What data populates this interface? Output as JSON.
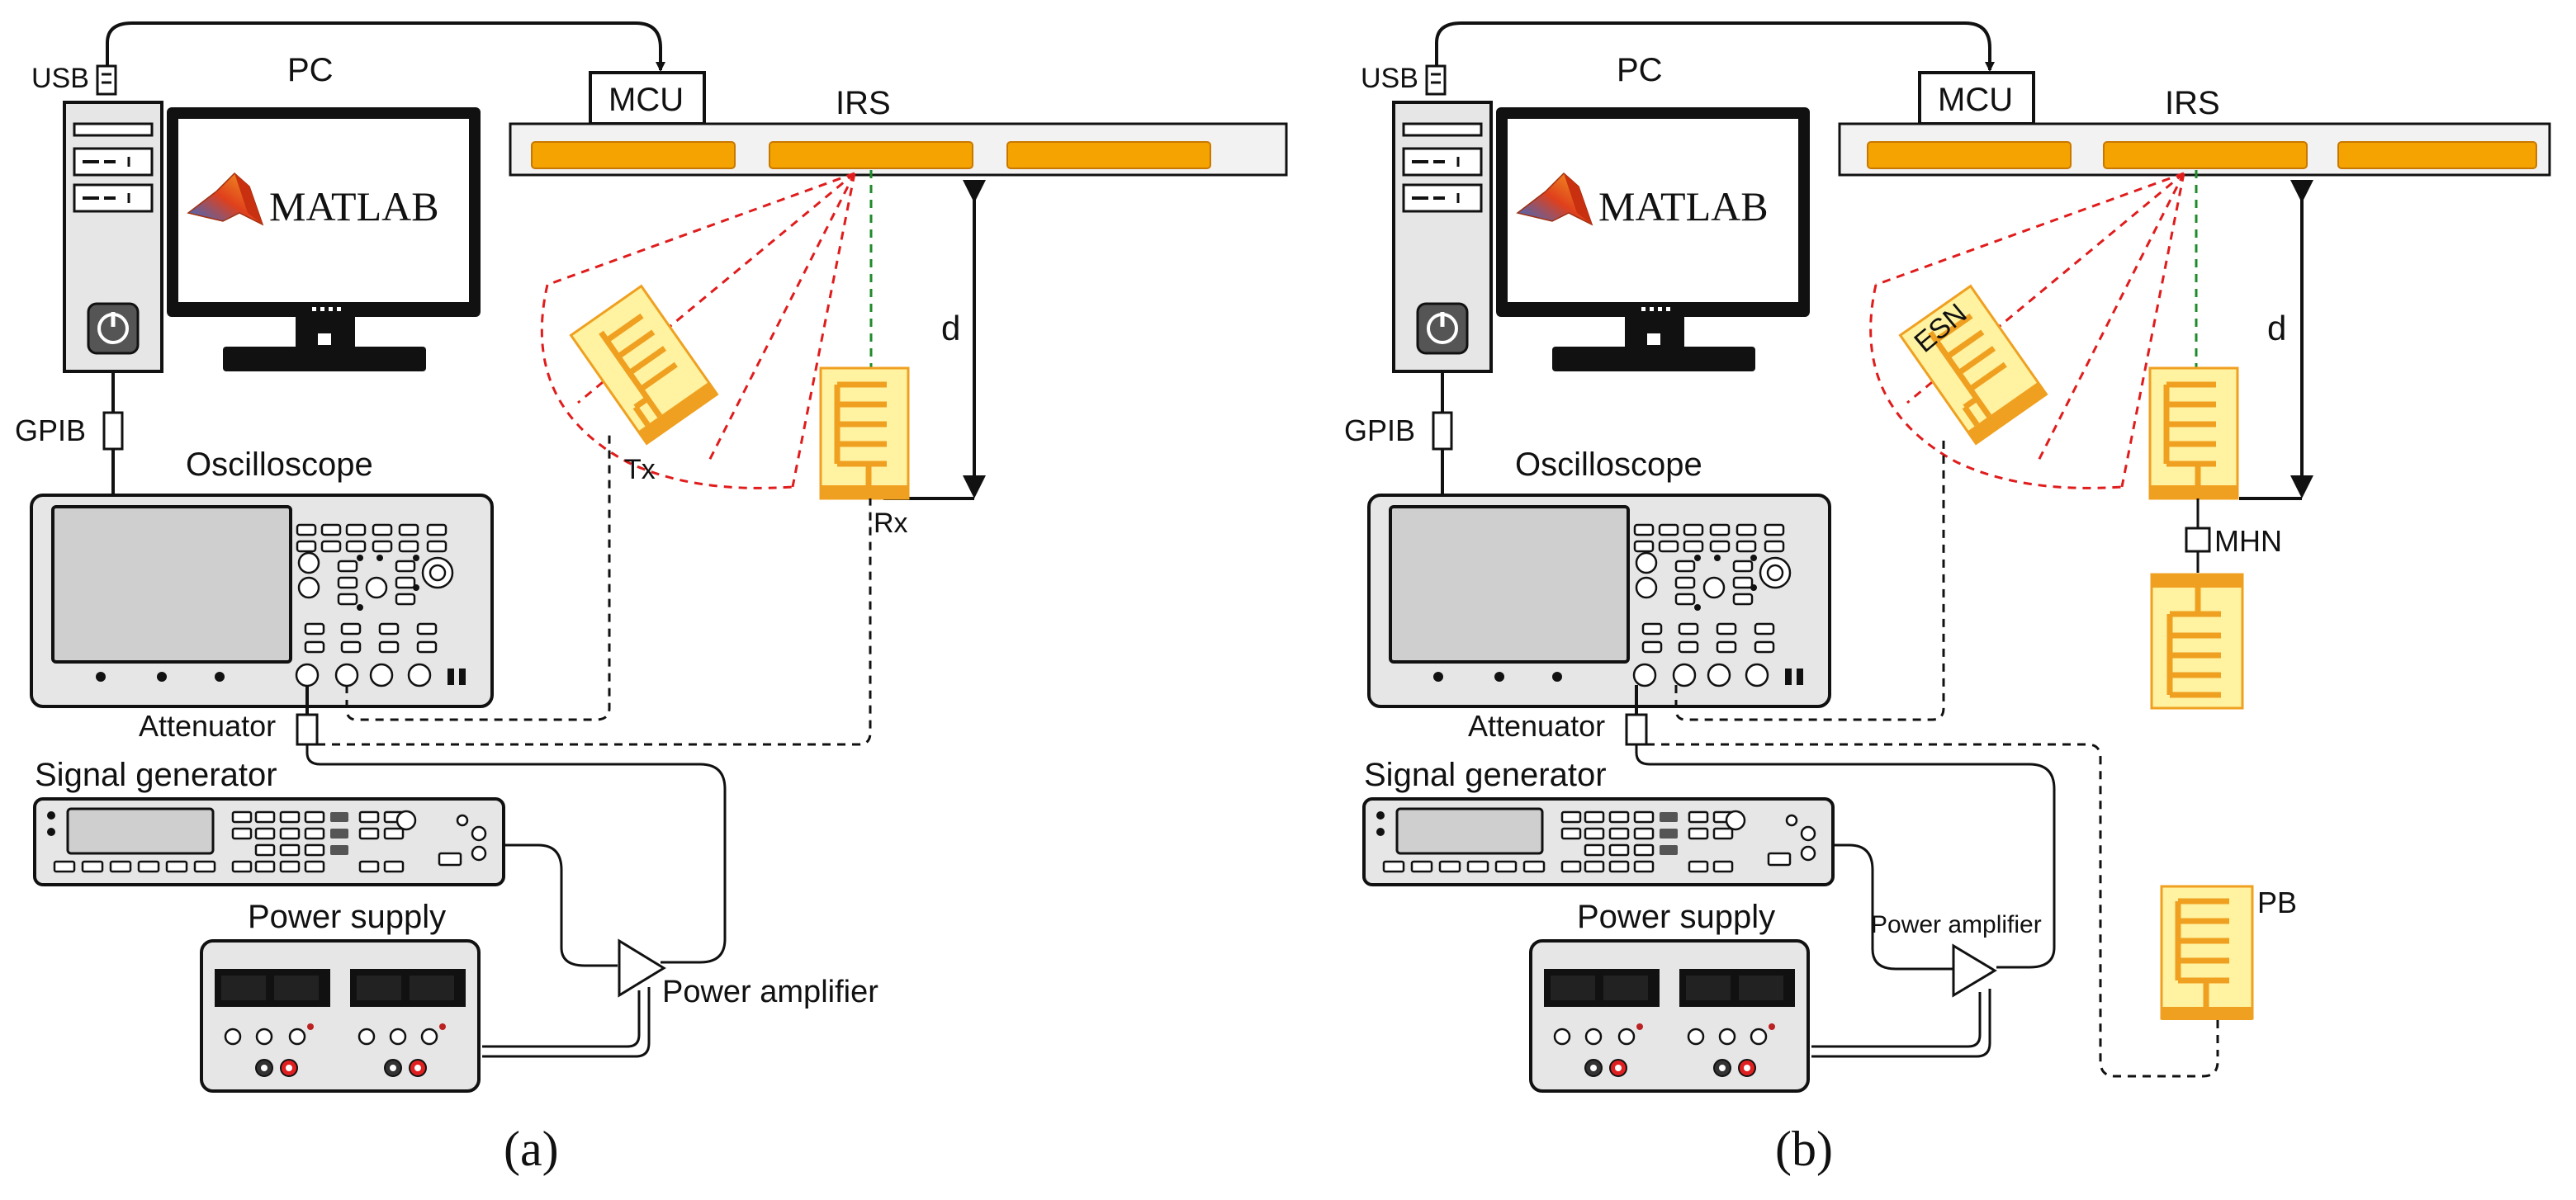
{
  "panels": [
    {
      "id": "a",
      "caption": "(a)",
      "labels": {
        "usb": "USB",
        "pc": "PC",
        "matlab": "MATLAB",
        "mcu": "MCU",
        "irs": "IRS",
        "gpib": "GPIB",
        "oscilloscope": "Oscilloscope",
        "attenuator": "Attenuator",
        "signal_generator": "Signal generator",
        "power_supply": "Power supply",
        "power_amplifier": "Power amplifier",
        "distance": "d",
        "tx": "Tx",
        "rx": "Rx"
      }
    },
    {
      "id": "b",
      "caption": "(b)",
      "labels": {
        "usb": "USB",
        "pc": "PC",
        "matlab": "MATLAB",
        "mcu": "MCU",
        "irs": "IRS",
        "gpib": "GPIB",
        "oscilloscope": "Oscilloscope",
        "attenuator": "Attenuator",
        "signal_generator": "Signal generator",
        "power_supply": "Power supply",
        "power_amplifier": "Power amplifier",
        "distance": "d",
        "esn": "ESN",
        "mhn": "MHN",
        "pb": "PB"
      }
    }
  ],
  "colors": {
    "irs_element": "#f4a300",
    "irs_border": "#c87800",
    "antenna_fill": "#fff2a0",
    "antenna_metal": "#f0a020",
    "beam": "#e01c1c",
    "normal_line": "#1f8a2a",
    "device_fill": "#e6e6e6",
    "screen_fill": "#cfcfcf",
    "stroke": "#1a1a1a"
  },
  "icons": [
    "usb-plug-icon",
    "power-button-icon",
    "matlab-logo-icon",
    "knob-icon"
  ]
}
